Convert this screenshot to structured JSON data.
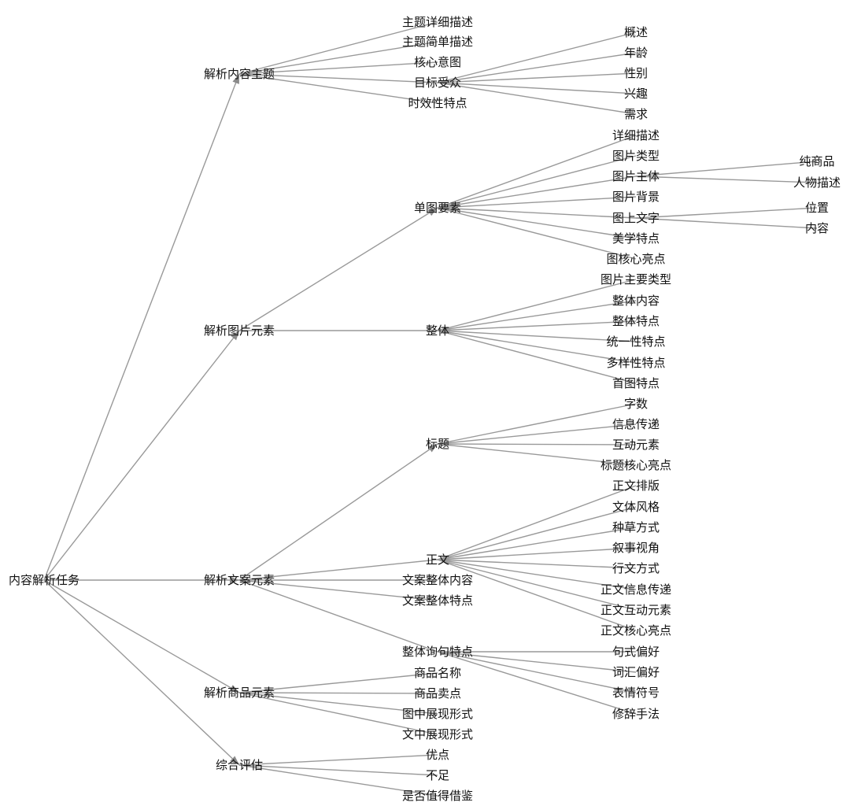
{
  "tree": {
    "root": "内容解析任务",
    "branches": [
      {
        "label": "解析内容主题",
        "children": [
          {
            "label": "主题详细描述"
          },
          {
            "label": "主题简单描述"
          },
          {
            "label": "核心意图"
          },
          {
            "label": "目标受众",
            "children": [
              {
                "label": "概述"
              },
              {
                "label": "年龄"
              },
              {
                "label": "性别"
              },
              {
                "label": "兴趣"
              },
              {
                "label": "需求"
              }
            ]
          },
          {
            "label": "时效性特点"
          }
        ]
      },
      {
        "label": "解析图片元素",
        "children": [
          {
            "label": "单图要素",
            "children": [
              {
                "label": "详细描述"
              },
              {
                "label": "图片类型"
              },
              {
                "label": "图片主体",
                "children": [
                  {
                    "label": "纯商品"
                  },
                  {
                    "label": "人物描述"
                  }
                ]
              },
              {
                "label": "图片背景"
              },
              {
                "label": "图上文字",
                "children": [
                  {
                    "label": "位置"
                  },
                  {
                    "label": "内容"
                  }
                ]
              },
              {
                "label": "美学特点"
              },
              {
                "label": "图核心亮点"
              }
            ]
          },
          {
            "label": "整体",
            "children": [
              {
                "label": "图片主要类型"
              },
              {
                "label": "整体内容"
              },
              {
                "label": "整体特点"
              },
              {
                "label": "统一性特点"
              },
              {
                "label": "多样性特点"
              },
              {
                "label": "首图特点"
              }
            ]
          }
        ]
      },
      {
        "label": "解析文案元素",
        "children": [
          {
            "label": "标题",
            "children": [
              {
                "label": "字数"
              },
              {
                "label": "信息传递"
              },
              {
                "label": "互动元素"
              },
              {
                "label": "标题核心亮点"
              }
            ]
          },
          {
            "label": "正文",
            "children": [
              {
                "label": "正文排版"
              },
              {
                "label": "文体风格"
              },
              {
                "label": "种草方式"
              },
              {
                "label": "叙事视角"
              },
              {
                "label": "行文方式"
              },
              {
                "label": "正文信息传递"
              },
              {
                "label": "正文互动元素"
              },
              {
                "label": "正文核心亮点"
              }
            ]
          },
          {
            "label": "文案整体内容"
          },
          {
            "label": "文案整体特点"
          },
          {
            "label": "整体询句特点",
            "children": [
              {
                "label": "句式偏好"
              },
              {
                "label": "词汇偏好"
              },
              {
                "label": "表情符号"
              },
              {
                "label": "修辞手法"
              }
            ]
          }
        ]
      },
      {
        "label": "解析商品元素",
        "children": [
          {
            "label": "商品名称"
          },
          {
            "label": "商品卖点"
          },
          {
            "label": "图中展现形式"
          },
          {
            "label": "文中展现形式"
          }
        ]
      },
      {
        "label": "综合评估",
        "children": [
          {
            "label": "优点"
          },
          {
            "label": "不足"
          },
          {
            "label": "是否值得借鉴"
          }
        ]
      }
    ]
  }
}
